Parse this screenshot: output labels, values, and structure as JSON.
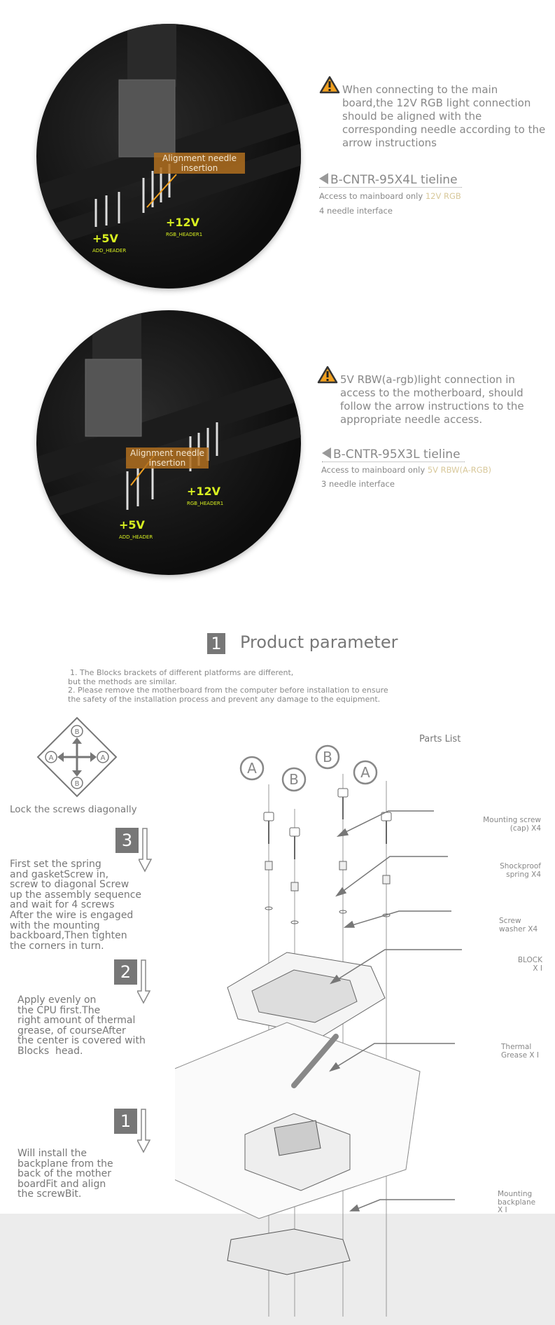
{
  "section1": {
    "photo_label": "Alignment needle insertion",
    "warning": "When connecting to the main board,the 12V RGB light connection should be aligned with the corresponding needle according to the arrow instructions",
    "tieline": "B-CNTR-95X4L tieline",
    "access_prefix": "Access to mainboard only ",
    "access_highlight": "12V RGB",
    "needle": "4 needle interface",
    "board_labels": {
      "v1": "+5V",
      "h1": "ADD_HEADER",
      "v2": "+12V",
      "h2": "RGB_HEADER1"
    }
  },
  "section2": {
    "photo_label": "Alignment needle insertion",
    "warning": "5V RBW(a-rgb)light connection in access to the motherboard, should follow the arrow instructions to the appropriate needle access.",
    "tieline": "B-CNTR-95X3L tieline",
    "access_prefix": "Access to mainboard only ",
    "access_highlight": "5V RBW(A-RGB)",
    "needle": "3 needle interface",
    "board_labels": {
      "v1": "+5V",
      "h1": "ADD_HEADER",
      "v2": "+12V",
      "h2": "RGB_HEADER1"
    }
  },
  "product": {
    "number": "1",
    "title": "Product parameter",
    "notes": [
      "1. The Blocks  brackets of different platforms are different,",
      "but the methods are similar.",
      "2. Please remove the motherboard from the computer before installation to ensure",
      "the safety of the installation process and prevent any damage to the equipment."
    ]
  },
  "diagonal": {
    "letters": [
      "B",
      "A",
      "A",
      "B"
    ],
    "caption": "Lock the screws diagonally"
  },
  "steps": [
    {
      "number": "3",
      "text": "First set the spring\nand gasketScrew in,\nscrew to diagonal Screw\nup the assembly sequence\nand wait for 4 screws\nAfter the wire is engaged\nwith the mounting\nbackboard,Then tighten\nthe corners in turn."
    },
    {
      "number": "2",
      "text": "Apply evenly on\nthe CPU first.The\nright amount of thermal\ngrease, of courseAfter\nthe center is covered with\nBlocks  head."
    },
    {
      "number": "1",
      "text": "Will install the\nbackplane from the\nback of the mother\nboardFit and align\nthe screwBit."
    }
  ],
  "parts": {
    "title": "Parts List",
    "screw_letters": [
      "A",
      "B",
      "B",
      "A"
    ],
    "items": [
      "Mounting screw\n(cap) X4",
      "Shockproof\nspring X4",
      "Screw\nwasher X4",
      "BLOCK\nX I",
      "Thermal\nGrease X I",
      "Mounting\nbackplane\nX I"
    ]
  },
  "colors": {
    "accent": "#b06e1e",
    "warning": "#f0a020",
    "highlight": "#d8c89a",
    "pcb_text": "#d8f020"
  }
}
